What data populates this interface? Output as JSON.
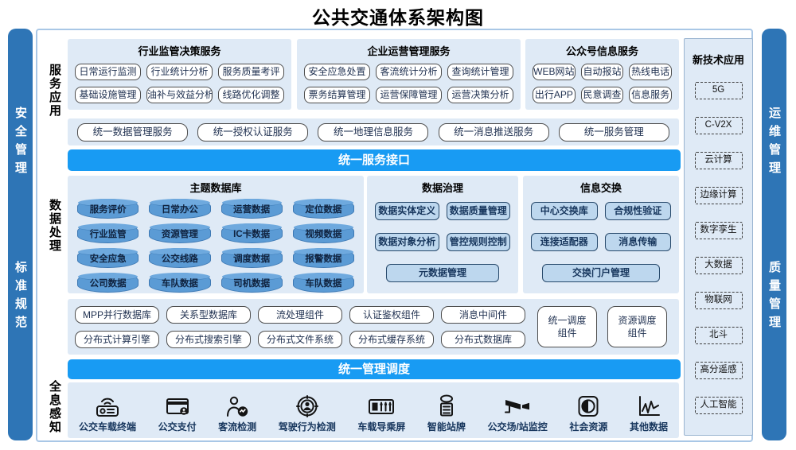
{
  "title": "公共交通体系架构图",
  "sidebars": {
    "left": {
      "top": "安全管理",
      "bottom": "标准规范"
    },
    "right": {
      "top": "运维管理",
      "bottom": "质量管理"
    }
  },
  "layers": {
    "top": "服务应用",
    "middle": "数据处理",
    "bottom": "全息感知"
  },
  "services": {
    "panels": [
      {
        "title": "行业监管决策服务",
        "buttons": [
          "日常运行监测",
          "行业统计分析",
          "服务质量考评",
          "基础设施管理",
          "油补与效益分析",
          "线路优化调整"
        ]
      },
      {
        "title": "企业运营管理服务",
        "buttons": [
          "安全应急处置",
          "客流统计分析",
          "查询统计管理",
          "票务结算管理",
          "运营保障管理",
          "运营决策分析"
        ]
      },
      {
        "title": "公众号信息服务",
        "buttons": [
          "WEB网站",
          "自动报站",
          "热线电话",
          "出行APP",
          "民意调查",
          "信息服务"
        ]
      }
    ],
    "unified": [
      "统一数据管理服务",
      "统一授权认证服务",
      "统一地理信息服务",
      "统一消息推送服务",
      "统一服务管理"
    ]
  },
  "bars": {
    "service_interface": "统一服务接口",
    "management_dispatch": "统一管理调度"
  },
  "theme_db": {
    "title": "主题数据库",
    "cylinders": [
      "服务评价",
      "日常办公",
      "运营数据",
      "定位数据",
      "行业监管",
      "资源管理",
      "IC卡数据",
      "视频数据",
      "安全应急",
      "公交线路",
      "调度数据",
      "报警数据",
      "公司数据",
      "车队数据",
      "司机数据",
      "车队数据"
    ]
  },
  "governance": {
    "title": "数据治理",
    "buttons": [
      "数据实体定义",
      "数据质量管理",
      "数据对象分析",
      "管控规则控制"
    ],
    "wide": "元数据管理"
  },
  "exchange": {
    "title": "信息交换",
    "buttons": [
      "中心交换库",
      "合规性验证",
      "连接适配器",
      "消息传输"
    ],
    "wide": "交换门户管理"
  },
  "components": {
    "row1": [
      "MPP并行数据库",
      "关系型数据库",
      "流处理组件",
      "认证鉴权组件",
      "消息中间件"
    ],
    "row2": [
      "分布式计算引擎",
      "分布式搜索引擎",
      "分布式文件系统",
      "分布式缓存系统",
      "分布式数据库"
    ],
    "tall": [
      "统一调度组件",
      "资源调度组件"
    ]
  },
  "perception": {
    "items": [
      {
        "icon": "bus-terminal-icon",
        "label": "公交车载终端"
      },
      {
        "icon": "payment-card-icon",
        "label": "公交支付"
      },
      {
        "icon": "passenger-flow-icon",
        "label": "客流检测"
      },
      {
        "icon": "driving-behavior-icon",
        "label": "驾驶行为检测"
      },
      {
        "icon": "onboard-screen-icon",
        "label": "车载导乘屏"
      },
      {
        "icon": "smart-stop-sign-icon",
        "label": "智能站牌"
      },
      {
        "icon": "cctv-monitor-icon",
        "label": "公交场/站监控"
      },
      {
        "icon": "social-resource-icon",
        "label": "社会资源"
      },
      {
        "icon": "other-data-icon",
        "label": "其他数据"
      }
    ]
  },
  "new_tech": {
    "title": "新技术应用",
    "items": [
      "5G",
      "C-V2X",
      "云计算",
      "边缘计算",
      "数字孪生",
      "大数据",
      "物联网",
      "北斗",
      "高分遥感",
      "人工智能"
    ]
  },
  "colors": {
    "side_bar": "#2e75b6",
    "accent_bar": "#189bf3",
    "panel_bg": "#dfeaf6",
    "cylinder": "#5b9bd5",
    "governance_btn": "#bdd7ee",
    "frame_border": "#a9c7e6"
  }
}
